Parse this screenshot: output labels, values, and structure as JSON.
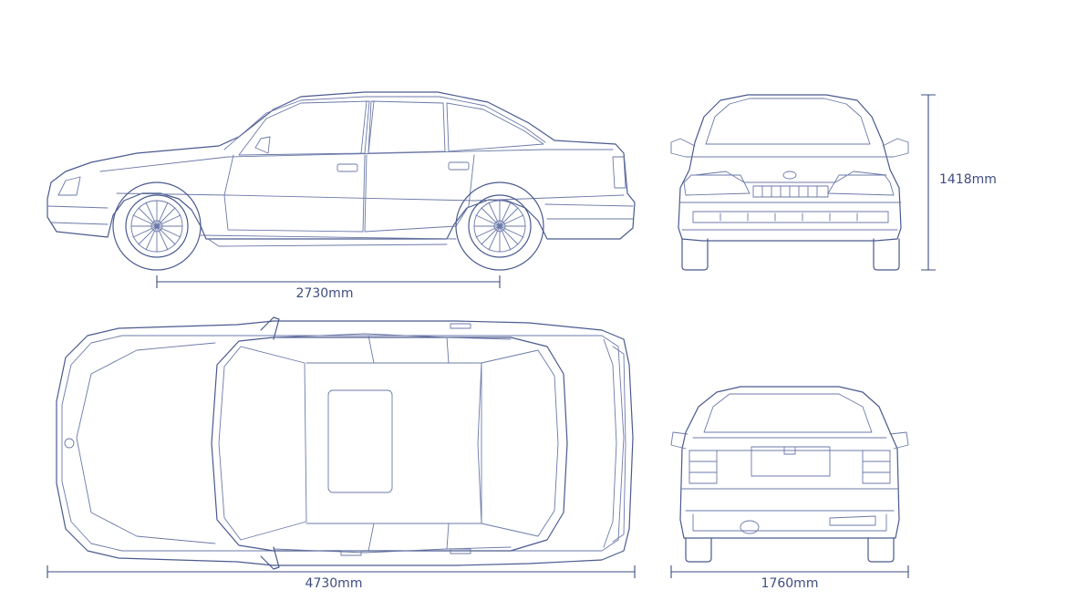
{
  "dimensions": {
    "wheelbase": "2730mm",
    "length": "4730mm",
    "width": "1760mm",
    "height": "1418mm"
  },
  "colors": {
    "line": "#4a5a8e",
    "background": "#ffffff"
  }
}
